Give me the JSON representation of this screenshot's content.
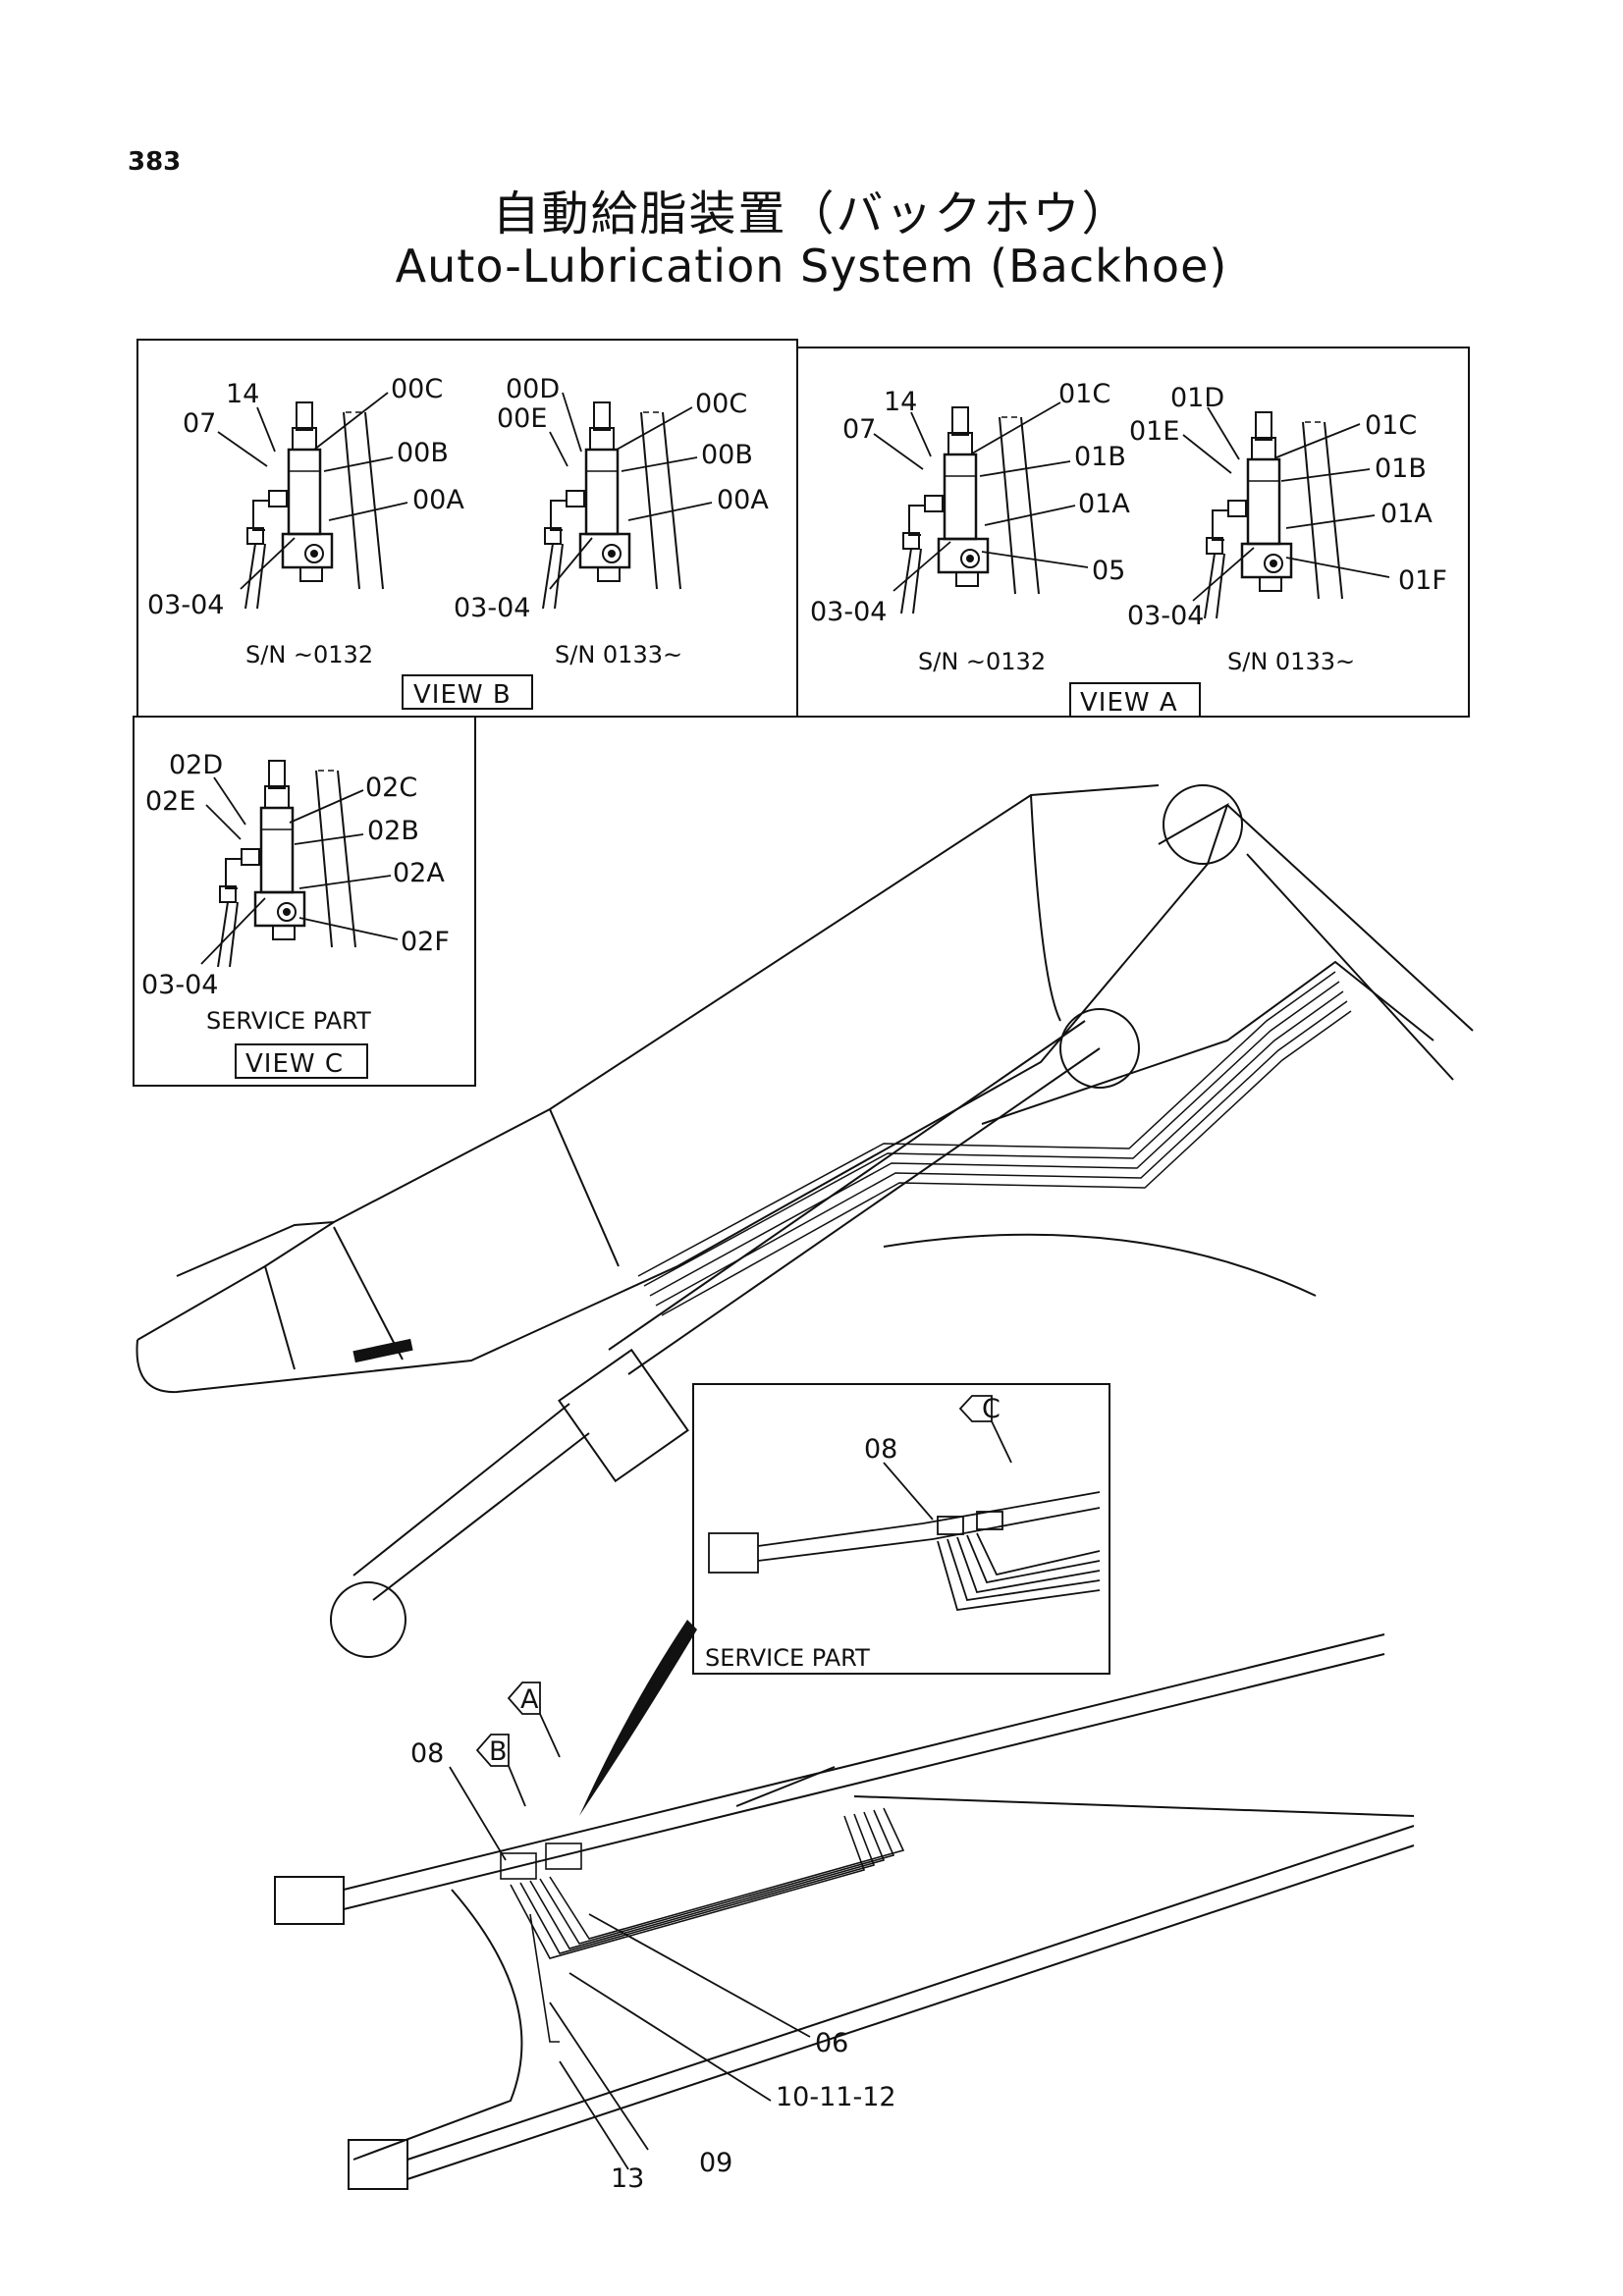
{
  "page_number": "383",
  "title_jp": "自動給脂装置（バックホウ）",
  "title_en": "Auto-Lubrication System (Backhoe)",
  "view_b": {
    "label": "VIEW B",
    "left_sn": "S/N ~0132",
    "right_sn": "S/N 0133~",
    "left_callouts": [
      "14",
      "07",
      "00C",
      "00B",
      "00A",
      "03-04"
    ],
    "right_callouts": [
      "00D",
      "00E",
      "00C",
      "00B",
      "00A",
      "03-04"
    ]
  },
  "view_a": {
    "label": "VIEW A",
    "left_sn": "S/N ~0132",
    "right_sn": "S/N 0133~",
    "left_callouts": [
      "14",
      "07",
      "01C",
      "01B",
      "01A",
      "05",
      "03-04"
    ],
    "right_callouts": [
      "01D",
      "01E",
      "01C",
      "01B",
      "01A",
      "01F",
      "03-04"
    ]
  },
  "view_c": {
    "label": "VIEW C",
    "caption": "SERVICE PART",
    "callouts": [
      "02D",
      "02E",
      "02C",
      "02B",
      "02A",
      "02F",
      "03-04"
    ]
  },
  "inset": {
    "caption": "SERVICE PART",
    "view_marker": "C",
    "callouts": [
      "08"
    ]
  },
  "main": {
    "view_markers": [
      "A",
      "B"
    ],
    "callouts": [
      "08",
      "06",
      "10-11-12",
      "09",
      "13"
    ]
  }
}
